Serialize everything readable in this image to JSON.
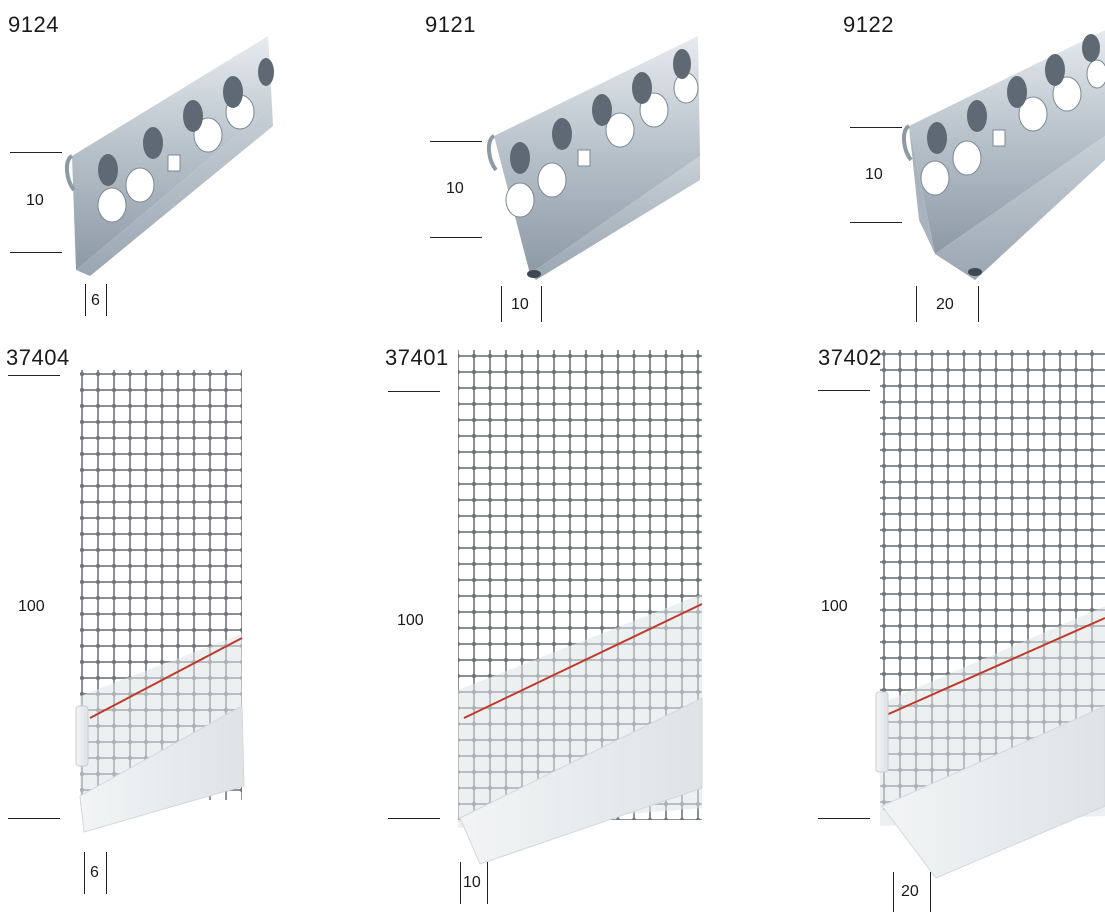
{
  "colors": {
    "aluminium_light": "#d6dde3",
    "aluminium_mid": "#a9b3bd",
    "aluminium_dark": "#7c8893",
    "mesh": "#8b9096",
    "pvc": "#e9ecee",
    "red_line": "#c0392b"
  },
  "products": [
    {
      "code": "9124",
      "height": "10",
      "depth": "6"
    },
    {
      "code": "9121",
      "height": "10",
      "depth": "10"
    },
    {
      "code": "9122",
      "height": "10",
      "depth": "20"
    },
    {
      "code": "37404",
      "height": "100",
      "depth": "6"
    },
    {
      "code": "37401",
      "height": "100",
      "depth": "10"
    },
    {
      "code": "37402",
      "height": "100",
      "depth": "20"
    }
  ]
}
